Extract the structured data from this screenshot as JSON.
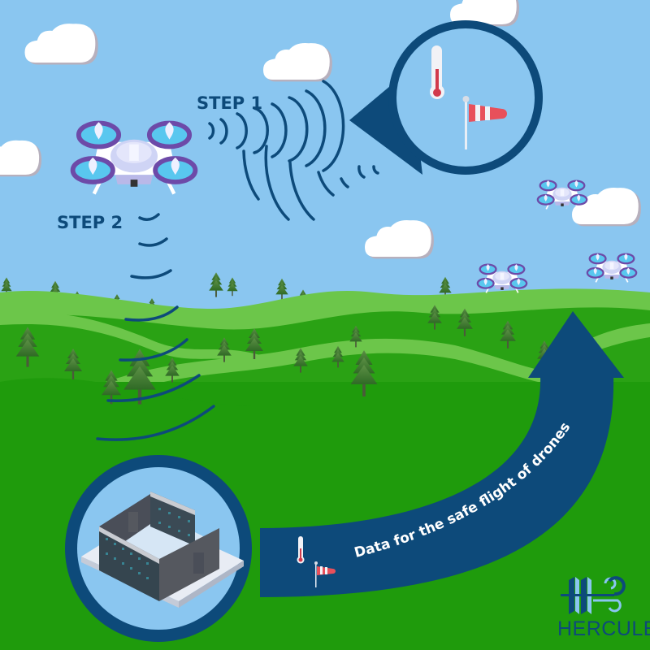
{
  "labels": {
    "step1": "STEP 1",
    "step2": "STEP 2",
    "arrow_text": "Data for the safe flight of drones",
    "logo": "HERCULES"
  },
  "icons": {
    "main_drone": "drone-icon",
    "thermometer": "thermometer-icon",
    "windsock": "windsock-icon",
    "datacenter": "data-center-icon",
    "logo": "hercules-logo-icon"
  },
  "colors": {
    "sky": "#8ac6f0",
    "grass": "#1f9b0c",
    "hill_light": "#6cc64a",
    "navy": "#0d4a7a",
    "bubble_fill": "#8ac6f0",
    "drone_purple": "#6d4aa8",
    "drone_blue": "#3bb4e6",
    "windsock_red": "#e8505b",
    "tree": "#3e7a2a",
    "logo_light": "#8ac6f0"
  }
}
